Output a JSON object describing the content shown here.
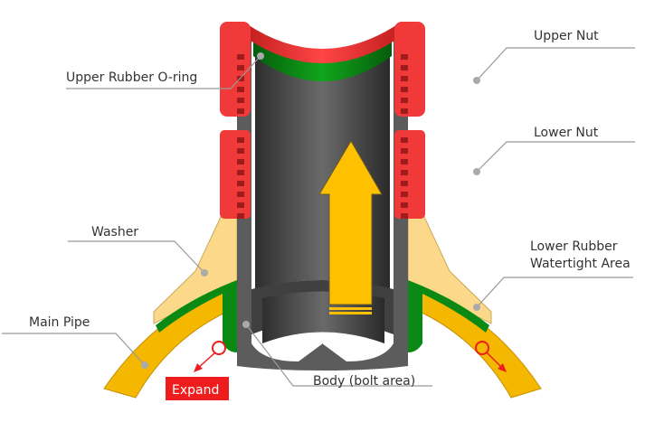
{
  "diagram": {
    "title": "Saddle clamp / pipe tapping cross-section",
    "labels": {
      "upper_rubber_oring": "Upper Rubber O-ring",
      "upper_nut": "Upper Nut",
      "lower_nut": "Lower Nut",
      "washer": "Washer",
      "lower_rubber_line1": "Lower Rubber",
      "lower_rubber_line2": "Watertight Area",
      "main_pipe": "Main Pipe",
      "body": "Body (bolt area)",
      "expand": "Expand"
    },
    "colors": {
      "nut_red": "#f03a3a",
      "nut_dark_red": "#a01c1c",
      "rubber_green": "#0a8a14",
      "body_gray": "#5c5c5c",
      "body_dark": "#3a3a3a",
      "washer_tan": "#fcd98a",
      "pipe_yellow": "#f5b800",
      "arrow_yellow": "#ffc000",
      "expand_red": "#ee1c1c",
      "leader_gray": "#999999"
    }
  }
}
